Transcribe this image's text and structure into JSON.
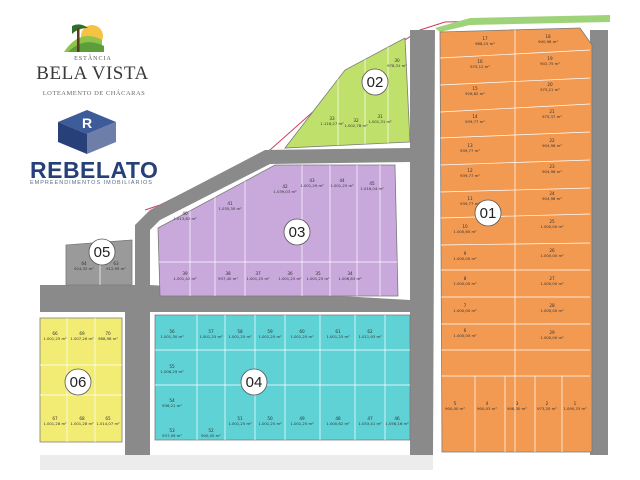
{
  "branding": {
    "estancia": "ESTÂNCIA",
    "name": "BELA VISTA",
    "subtitle": "LOTEAMENTO DE CHÁCARAS",
    "company": "REBELATO",
    "company_subtitle": "EMPREENDIMENTOS IMOBILIÁRIOS"
  },
  "colors": {
    "road": "#8a8a8a",
    "road_edge": "#6e6e6e",
    "q01": "#f39a52",
    "q02": "#bfe06a",
    "q03": "#c9a8dc",
    "q04": "#5fd2d6",
    "q05": "#9a9a9a",
    "q06": "#f2ec74",
    "border_line": "#d33b5a",
    "green_strip": "#9fd37a",
    "lot_line": "#ffffff"
  },
  "blocks": [
    {
      "id": "01",
      "label": "01"
    },
    {
      "id": "02",
      "label": "02"
    },
    {
      "id": "03",
      "label": "03"
    },
    {
      "id": "04",
      "label": "04"
    },
    {
      "id": "05",
      "label": "05"
    },
    {
      "id": "06",
      "label": "06"
    }
  ],
  "lots": {
    "q01": [
      {
        "num": "17",
        "area": "988,15 m²"
      },
      {
        "num": "18",
        "area": "900,98 m²"
      },
      {
        "num": "16",
        "area": "975,12 m²"
      },
      {
        "num": "19",
        "area": "902,75 m²"
      },
      {
        "num": "15",
        "area": "926,82 m²"
      },
      {
        "num": "20",
        "area": "975,21 m²"
      },
      {
        "num": "14",
        "area": "939,77 m²"
      },
      {
        "num": "21",
        "area": "975,37 m²"
      },
      {
        "num": "13",
        "area": "939,77 m²"
      },
      {
        "num": "22",
        "area": "904,98 m²"
      },
      {
        "num": "12",
        "area": "939,77 m²"
      },
      {
        "num": "23",
        "area": "904,98 m²"
      },
      {
        "num": "11",
        "area": "939,77 m²"
      },
      {
        "num": "24",
        "area": "904,98 m²"
      },
      {
        "num": "10",
        "area": "1.000,60 m²"
      },
      {
        "num": "25",
        "area": "1.000,00 m²"
      },
      {
        "num": "9",
        "area": "1.000,00 m²"
      },
      {
        "num": "26",
        "area": "1.000,00 m²"
      },
      {
        "num": "8",
        "area": "1.000,00 m²"
      },
      {
        "num": "27",
        "area": "1.000,00 m²"
      },
      {
        "num": "7",
        "area": "1.000,00 m²"
      },
      {
        "num": "28",
        "area": "1.000,00 m²"
      },
      {
        "num": "6",
        "area": "1.000,00 m²"
      },
      {
        "num": "29",
        "area": "1.000,00 m²"
      },
      {
        "num": "5",
        "area": "900,00 m²"
      },
      {
        "num": "4",
        "area": "900,03 m²"
      },
      {
        "num": "3",
        "area": "908,30 m²"
      },
      {
        "num": "2",
        "area": "973,20 m²"
      },
      {
        "num": "1",
        "area": "1.090,33 m²"
      }
    ],
    "q02": [
      {
        "num": "30",
        "area": "978,31 m²"
      },
      {
        "num": "31",
        "area": "1.001,31 m²"
      },
      {
        "num": "32",
        "area": "1.002,78 m²"
      },
      {
        "num": "33",
        "area": "1.116,27 m²"
      }
    ],
    "q03": [
      {
        "num": "43",
        "area": "1.001,29 m²"
      },
      {
        "num": "44",
        "area": "1.001,25 m²"
      },
      {
        "num": "45",
        "area": "1.016,04 m²"
      },
      {
        "num": "42",
        "area": "1.039,03 m²"
      },
      {
        "num": "41",
        "area": "1.035,30 m²"
      },
      {
        "num": "40",
        "area": "1.013,82 m²"
      },
      {
        "num": "39",
        "area": "1.001,42 m²"
      },
      {
        "num": "38",
        "area": "937,40 m²"
      },
      {
        "num": "37",
        "area": "1.001,25 m²"
      },
      {
        "num": "36",
        "area": "1.001,25 m²"
      },
      {
        "num": "35",
        "area": "1.001,25 m²"
      },
      {
        "num": "34",
        "area": "1.006,83 m²"
      }
    ],
    "q04": [
      {
        "num": "56",
        "area": "1.001,30 m²"
      },
      {
        "num": "57",
        "area": "1.001,25 m²"
      },
      {
        "num": "58",
        "area": "1.001,25 m²"
      },
      {
        "num": "59",
        "area": "1.001,25 m²"
      },
      {
        "num": "60",
        "area": "1.001,25 m²"
      },
      {
        "num": "61",
        "area": "1.001,25 m²"
      },
      {
        "num": "62",
        "area": "1.011,93 m²"
      },
      {
        "num": "55",
        "area": "1.006,29 m²"
      },
      {
        "num": "54",
        "area": "936,21 m²"
      },
      {
        "num": "53",
        "area": "937,09 m²"
      },
      {
        "num": "52",
        "area": "900,00 m²"
      },
      {
        "num": "51",
        "area": "1.001,25 m²"
      },
      {
        "num": "50",
        "area": "1.001,25 m²"
      },
      {
        "num": "49",
        "area": "1.001,25 m²"
      },
      {
        "num": "48",
        "area": "1.000,62 m²"
      },
      {
        "num": "47",
        "area": "1.053,41 m²"
      },
      {
        "num": "46",
        "area": "1.056,16 m²"
      }
    ],
    "q05": [
      {
        "num": "64",
        "area": "924,32 m²"
      },
      {
        "num": "63",
        "area": "912,95 m²"
      }
    ],
    "q06": [
      {
        "num": "66",
        "area": "1.001,25 m²"
      },
      {
        "num": "69",
        "area": "1.007,26 m²"
      },
      {
        "num": "70",
        "area": "988,98 m²"
      },
      {
        "num": "67",
        "area": "1.001,28 m²"
      },
      {
        "num": "68",
        "area": "1.001,28 m²"
      },
      {
        "num": "65",
        "area": "1.014,07 m²"
      }
    ]
  }
}
